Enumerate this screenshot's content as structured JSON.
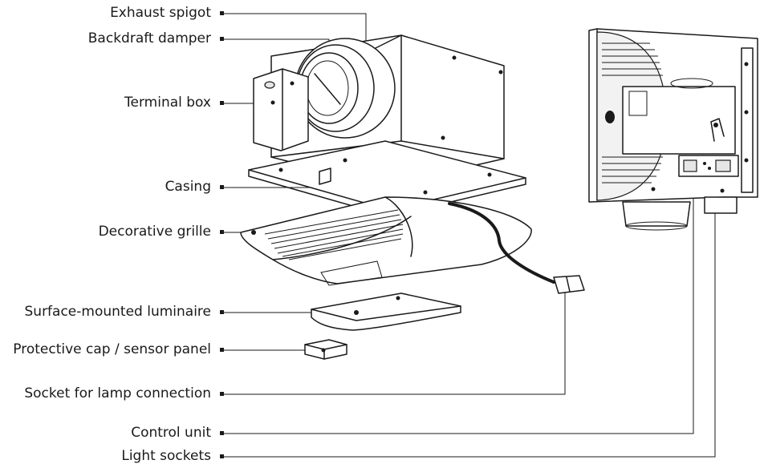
{
  "labels": {
    "exhaust_spigot": "Exhaust spigot",
    "backdraft_damper": "Backdraft damper",
    "terminal_box": "Terminal box",
    "casing": "Casing",
    "decorative_grille": "Decorative grille",
    "surface_luminaire": "Surface-mounted luminaire",
    "protective_cap": "Protective cap / sensor panel",
    "lamp_socket": "Socket for lamp connection",
    "control_unit": "Control unit",
    "light_sockets": "Light sockets"
  },
  "colors": {
    "line": "#1a1a1a",
    "background": "#ffffff",
    "shade": "#e6e6e6"
  }
}
